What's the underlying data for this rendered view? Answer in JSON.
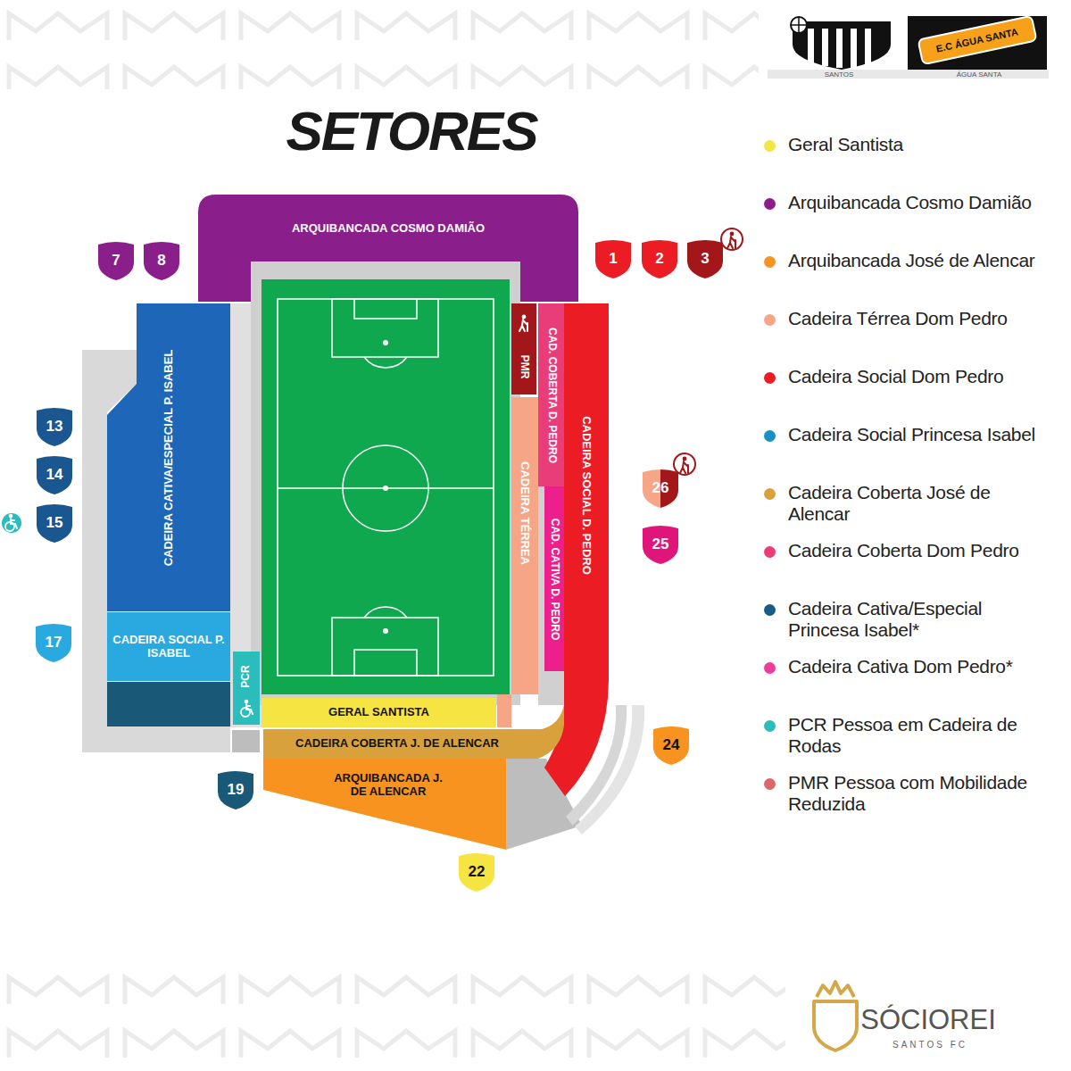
{
  "diagram": {
    "title": "SETORES",
    "nodes": [
      {
        "text": [
          "ARQUIBANCADA COSMO DAMIÃO"
        ]
      },
      {
        "text": [
          "7"
        ]
      },
      {
        "text": [
          "8"
        ]
      },
      {
        "text": [
          "1"
        ]
      },
      {
        "text": [
          "2"
        ]
      },
      {
        "text": [
          "3"
        ]
      },
      {
        "text": [
          "CADEIRA CATIVA/ESPECIAL P. ISABEL"
        ]
      },
      {
        "text": [
          "PMR"
        ]
      },
      {
        "text": [
          "CAD. COBERTA D. PEDRO"
        ]
      },
      {
        "text": [
          "CADEIRA TÉRREA"
        ]
      },
      {
        "text": [
          "CAD. CATIVA D. PEDRO"
        ]
      },
      {
        "text": [
          "CADEIRA SOCIAL D. PEDRO"
        ]
      },
      {
        "text": [
          "13"
        ]
      },
      {
        "text": [
          "14"
        ]
      },
      {
        "text": [
          "15"
        ]
      },
      {
        "text": [
          "26"
        ]
      },
      {
        "text": [
          "25"
        ]
      },
      {
        "text": [
          "17"
        ]
      },
      {
        "text": [
          "CADEIRA SOCIAL P. ISABEL"
        ]
      },
      {
        "text": [
          "PCR"
        ]
      },
      {
        "text": [
          "GERAL SANTISTA"
        ]
      },
      {
        "text": [
          "CADEIRA COBERTA J. DE ALENCAR"
        ]
      },
      {
        "text": [
          "24"
        ]
      },
      {
        "text": [
          "ARQUIBANCADA J. DE ALENCAR"
        ]
      },
      {
        "text": [
          "19"
        ]
      },
      {
        "text": [
          "22"
        ]
      }
    ],
    "labels": [
      "SANTOS",
      "E.C ÁGUA SANTA",
      "ÁGUA SANTA",
      "SÓCIOREI",
      "SANTOS FC"
    ],
    "legend": [
      {
        "text": "Geral Santista",
        "color": "#f5e441"
      },
      {
        "text": "Arquibancada Cosmo Damião",
        "color": "#8a1e8a"
      },
      {
        "text": "Arquibancada José de Alencar",
        "color": "#f7931e"
      },
      {
        "text": "Cadeira Térrea Dom Pedro",
        "color": "#f7a587"
      },
      {
        "text": "Cadeira Social Dom Pedro",
        "color": "#ec1c24"
      },
      {
        "text": "Cadeira Social Princesa Isabel",
        "color": "#1a8fc4"
      },
      {
        "text": "Cadeira Coberta José de Alencar",
        "color": "#d9a13b"
      },
      {
        "text": "Cadeira Coberta Dom Pedro",
        "color": "#e83d79"
      },
      {
        "text": "Cadeira Cativa/Especial Princesa Isabel*",
        "color": "#1a5a8a"
      },
      {
        "text": "Cadeira Cativa Dom Pedro*",
        "color": "#ec3d9a"
      },
      {
        "text": "PCR Pessoa em Cadeira de Rodas",
        "color": "#2bbcbc"
      },
      {
        "text": "PMR Pessoa com Mobilidade Reduzida",
        "color": "#d9686a"
      }
    ]
  }
}
